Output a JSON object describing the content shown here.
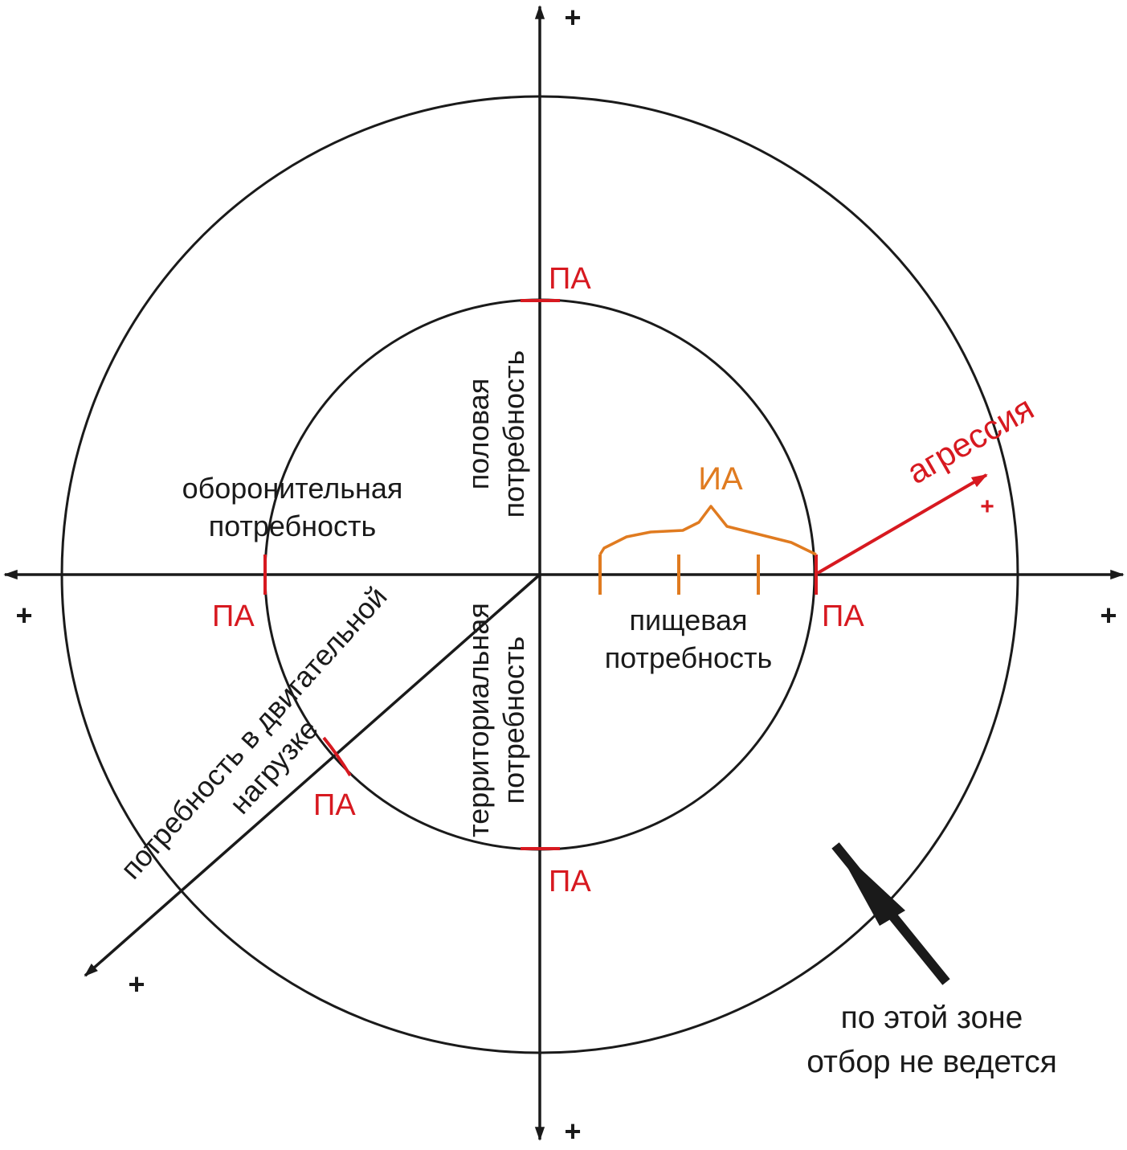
{
  "colors": {
    "line": "#1a1a1a",
    "pa": "#d71920",
    "ia": "#e07b20",
    "aggression": "#d71920"
  },
  "labels": {
    "sexual": [
      "половая",
      "потребность"
    ],
    "defensive": [
      "оборонительная",
      "потребность"
    ],
    "food": [
      "пищевая",
      "потребность"
    ],
    "territorial": [
      "территориальная",
      "потребность"
    ],
    "motor": [
      "потребность в двигательной",
      "нагрузке"
    ],
    "aggression": "агрессия",
    "ia": "ИА",
    "pa": "ПА",
    "plus": "+",
    "note": [
      "по этой зоне",
      "отбор не ведется"
    ]
  }
}
